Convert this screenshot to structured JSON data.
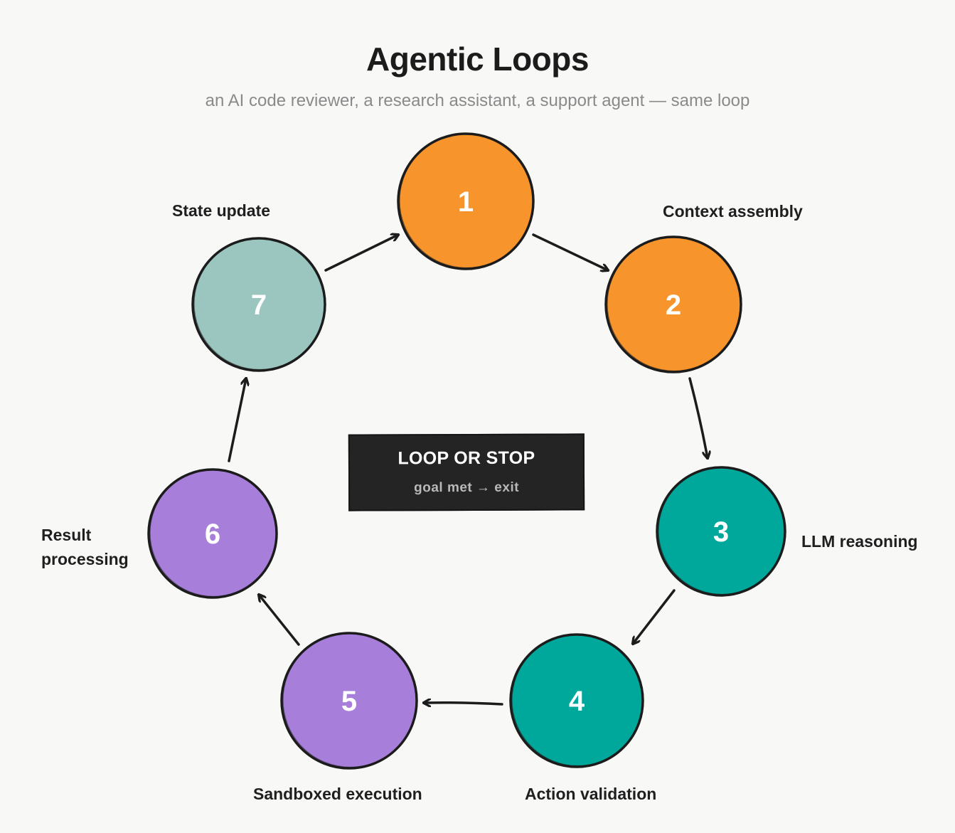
{
  "title": "Agentic Loops",
  "subtitle": "an AI code reviewer, a research assistant, a support agent — same loop",
  "steps": [
    {
      "number": "1",
      "label": "",
      "color": "#f7952c"
    },
    {
      "number": "2",
      "label": "Context assembly",
      "color": "#f7952c"
    },
    {
      "number": "3",
      "label": "LLM reasoning",
      "color": "#00a89b"
    },
    {
      "number": "4",
      "label": "Action validation",
      "color": "#00a89b"
    },
    {
      "number": "5",
      "label": "Sandboxed execution",
      "color": "#a77fdb"
    },
    {
      "number": "6",
      "label": "Result processing",
      "label_lines": [
        "Result",
        "processing"
      ],
      "color": "#a77fdb"
    },
    {
      "number": "7",
      "label": "State update",
      "color": "#9bc6bf"
    }
  ],
  "center": {
    "title": "LOOP OR STOP",
    "subtitle": "goal met → exit"
  },
  "colors": {
    "background": "#f8f8f7",
    "outline": "#1c1c1c",
    "center_box": "#242424"
  }
}
